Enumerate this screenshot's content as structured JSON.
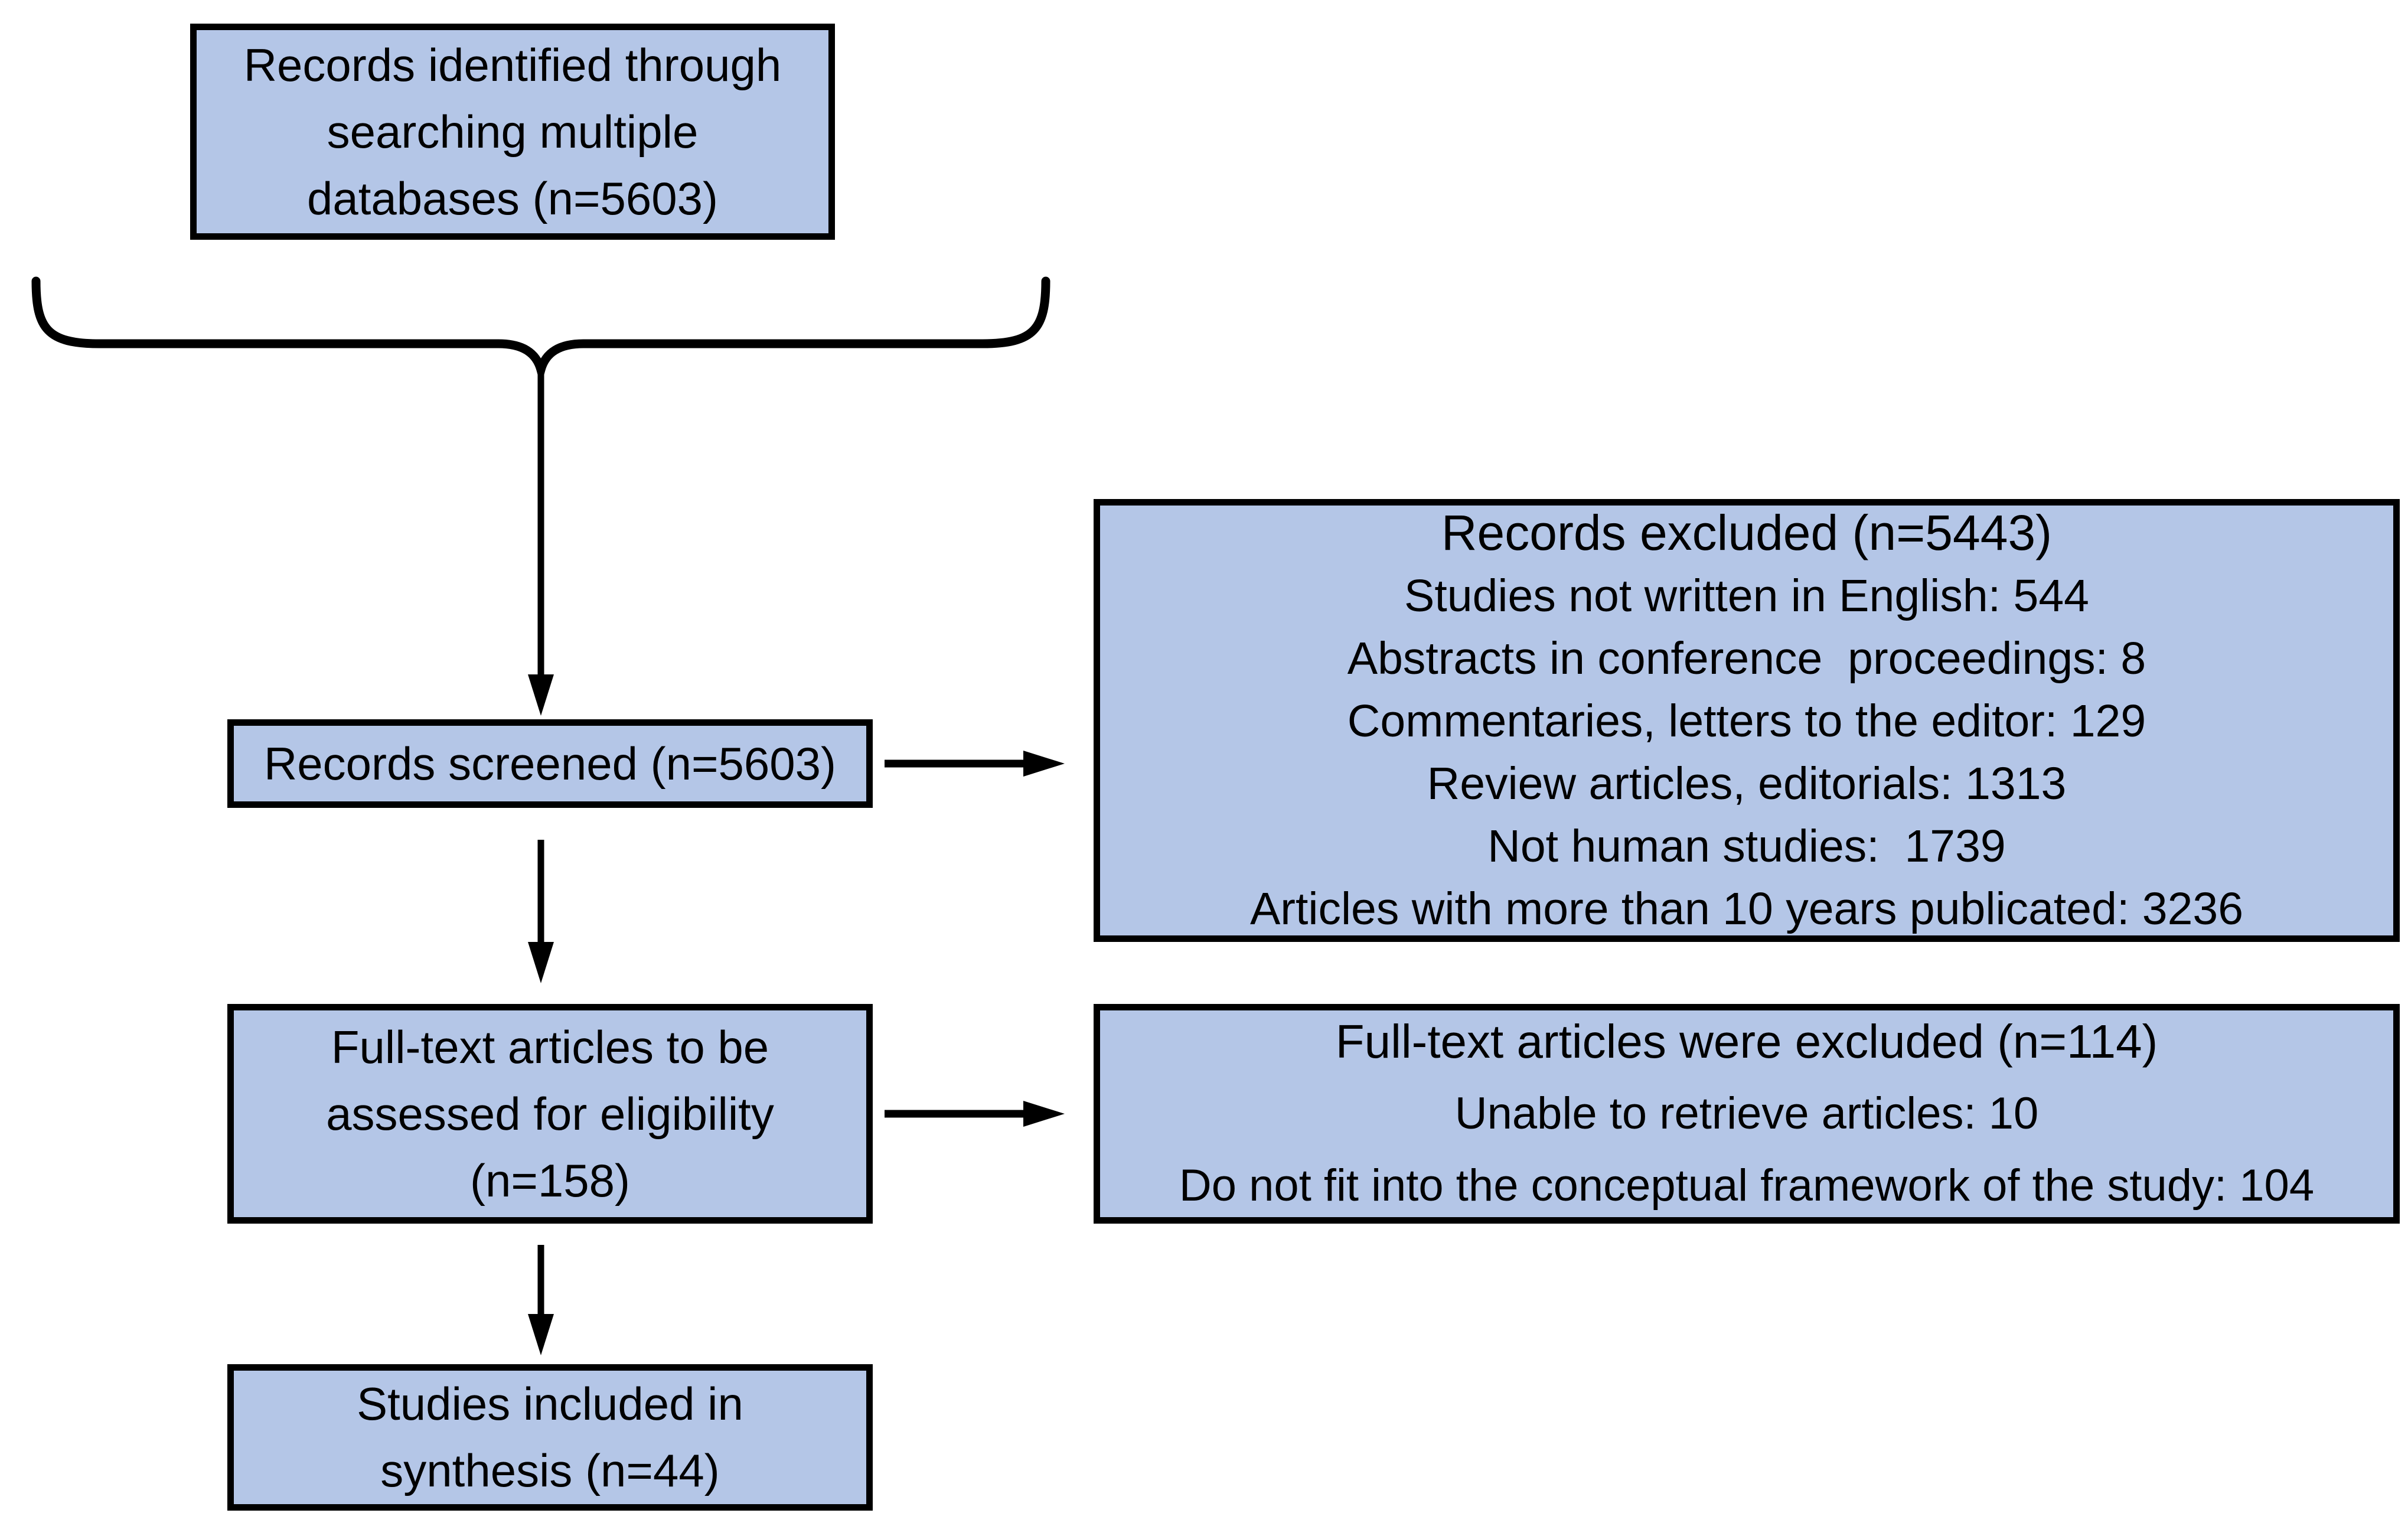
{
  "diagram_type": "prisma-flowchart",
  "colors": {
    "box_fill": "#b4c6e7",
    "box_border": "#000000",
    "text": "#000000",
    "background": "#ffffff",
    "connector": "#000000"
  },
  "boxes": {
    "identified": {
      "lines": [
        "Records identified through",
        "searching multiple",
        "databases (n=5603)"
      ],
      "full_text": "Records identified through searching multiple databases (n=5603)",
      "n": 5603
    },
    "screened": {
      "lines": [
        "Records screened (n=5603)"
      ],
      "full_text": "Records screened (n=5603)",
      "n": 5603
    },
    "records_excluded": {
      "title": "Records excluded (n=5443)",
      "n": 5443,
      "items": [
        "Studies not written in English: 544",
        "Abstracts in conference  proceedings: 8",
        "Commentaries, letters to the editor: 129",
        "Review articles, editorials: 1313",
        "Not human studies:  1739",
        "Articles with more than 10 years publicated: 3236"
      ],
      "item_counts": [
        544,
        8,
        129,
        1313,
        1739,
        3236
      ]
    },
    "fulltext": {
      "lines": [
        "Full-text articles to be",
        "assessed for eligibility",
        "(n=158)"
      ],
      "full_text": "Full-text articles to be assessed for eligibility (n=158)",
      "n": 158
    },
    "fulltext_excluded": {
      "title": "Full-text articles were excluded (n=114)",
      "n": 114,
      "items": [
        "Unable to retrieve articles: 10",
        "Do not fit into the conceptual framework of the study: 104"
      ],
      "item_counts": [
        10,
        104
      ]
    },
    "included": {
      "lines": [
        "Studies included in",
        "synthesis (n=44)"
      ],
      "full_text": "Studies included in synthesis (n=44)",
      "n": 44
    }
  }
}
